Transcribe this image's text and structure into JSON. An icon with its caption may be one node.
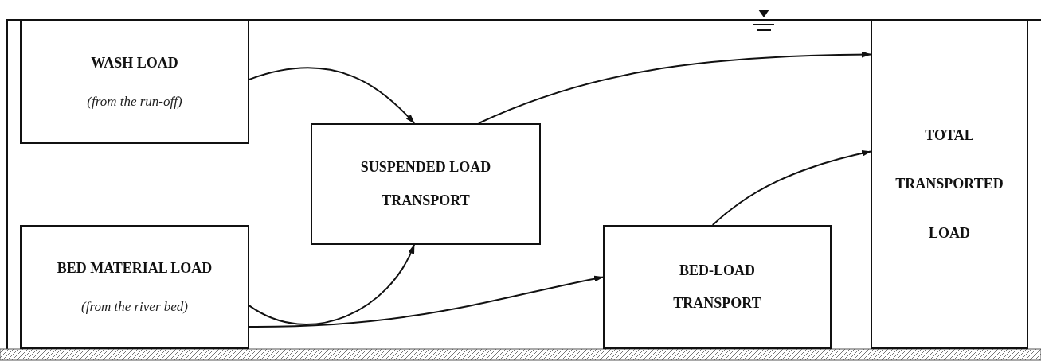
{
  "diagram": {
    "nodes": [
      {
        "text": [
          "WASH LOAD",
          "(from the run-off)"
        ]
      },
      {
        "text": [
          "SUSPENDED LOAD TRANSPORT"
        ]
      },
      {
        "text": [
          "BED MATERIAL LOAD",
          "(from the river bed)"
        ]
      },
      {
        "text": [
          "BED-LOAD TRANSPORT"
        ]
      },
      {
        "text": [
          "TOTAL TRANSPORTED LOAD"
        ]
      }
    ],
    "edges": [
      {
        "from": 0,
        "to": 1,
        "arrow": "to"
      },
      {
        "from": 1,
        "to": 4,
        "arrow": "to"
      },
      {
        "from": 2,
        "to": 1,
        "arrow": "to"
      },
      {
        "from": 2,
        "to": 3,
        "arrow": "to"
      },
      {
        "from": 3,
        "to": 4,
        "arrow": "to"
      }
    ]
  }
}
